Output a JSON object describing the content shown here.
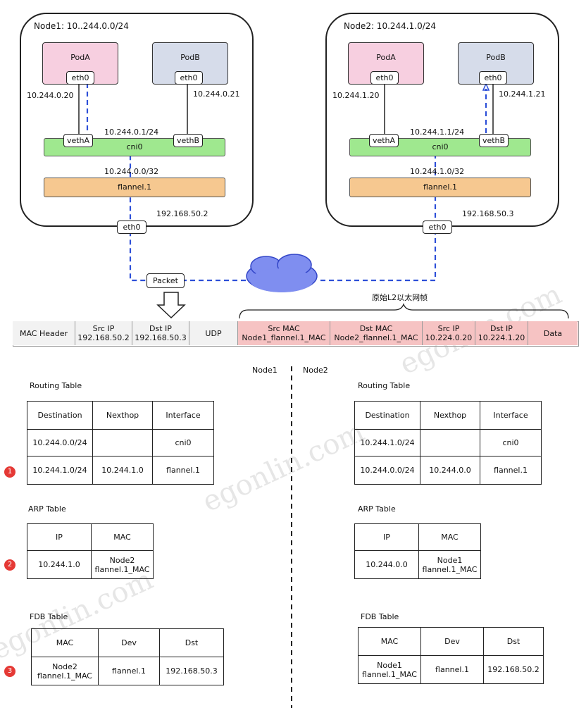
{
  "node1": {
    "title": "Node1: 10..244.0.0/24",
    "podA": "PodA",
    "podB": "PodB",
    "podA_eth": "eth0",
    "podB_eth": "eth0",
    "podA_ip": "10.244.0.20",
    "podB_ip": "10.244.0.21",
    "vethA": "vethA",
    "vethB": "vethB",
    "cni_ip": "10.244.0.1/24",
    "cni": "cni0",
    "flannel_ip": "10.244.0.0/32",
    "flannel": "flannel.1",
    "host_ip": "192.168.50.2",
    "eth0": "eth0"
  },
  "node2": {
    "title": "Node2: 10.244.1.0/24",
    "podA": "PodA",
    "podB": "PodB",
    "podA_eth": "eth0",
    "podB_eth": "eth0",
    "podA_ip": "10.244.1.20",
    "podB_ip": "10.244.1.21",
    "vethA": "vethA",
    "vethB": "vethB",
    "cni_ip": "10.244.1.1/24",
    "cni": "cni0",
    "flannel_ip": "10.244.1.0/32",
    "flannel": "flannel.1",
    "host_ip": "192.168.50.3",
    "eth0": "eth0"
  },
  "packet_label": "Packet",
  "frame_caption": "原始L2以太网帧",
  "packet_header": {
    "mac_header": "MAC Header",
    "src_ip": {
      "t": "Src IP",
      "v": "192.168.50.2"
    },
    "dst_ip": {
      "t": "Dst IP",
      "v": "192.168.50.3"
    },
    "udp": "UDP",
    "inner_src_mac": {
      "t": "Src MAC",
      "v": "Node1_flannel.1_MAC"
    },
    "inner_dst_mac": {
      "t": "Dst MAC",
      "v": "Node2_flannel.1_MAC"
    },
    "inner_src_ip": {
      "t": "Src IP",
      "v": "10.224.0.20"
    },
    "inner_dst_ip": {
      "t": "Dst IP",
      "v": "10.224.1.20"
    },
    "data": "Data"
  },
  "divider": {
    "left": "Node1",
    "right": "Node2"
  },
  "left": {
    "routing": {
      "title": "Routing Table",
      "headers": [
        "Destination",
        "Nexthop",
        "Interface"
      ],
      "rows": [
        [
          "10.244.0.0/24",
          "",
          "cni0"
        ],
        [
          "10.244.1.0/24",
          "10.244.1.0",
          "flannel.1"
        ]
      ]
    },
    "arp": {
      "title": "ARP Table",
      "headers": [
        "IP",
        "MAC"
      ],
      "row": [
        "10.244.1.0",
        "Node2",
        "flannel.1_MAC"
      ]
    },
    "fdb": {
      "title": "FDB Table",
      "headers": [
        "MAC",
        "Dev",
        "Dst"
      ],
      "row": [
        "Node2",
        "flannel.1_MAC",
        "flannel.1",
        "192.168.50.3"
      ]
    }
  },
  "right": {
    "routing": {
      "title": "Routing Table",
      "headers": [
        "Destination",
        "Nexthop",
        "Interface"
      ],
      "rows": [
        [
          "10.244.1.0/24",
          "",
          "cni0"
        ],
        [
          "10.244.0.0/24",
          "10.244.0.0",
          "flannel.1"
        ]
      ]
    },
    "arp": {
      "title": "ARP Table",
      "headers": [
        "IP",
        "MAC"
      ],
      "row": [
        "10.244.0.0",
        "Node1",
        "flannel.1_MAC"
      ]
    },
    "fdb": {
      "title": "FDB Table",
      "headers": [
        "MAC",
        "Dev",
        "Dst"
      ],
      "row": [
        "Node1",
        "flannel.1_MAC",
        "flannel.1",
        "192.168.50.2"
      ]
    }
  },
  "badges": [
    "1",
    "2",
    "3"
  ],
  "watermark": "egonlin.com",
  "colors": {
    "podA": "#f7cfe0",
    "podB": "#d6dcea",
    "cni": "#9fe88f",
    "flannel": "#f6c890",
    "inner_header": "#f6c3c3",
    "outer_header": "#f2f2f2",
    "path": "#2d4fd8",
    "badge": "#e53935",
    "cloud": "#5b6fe0"
  }
}
